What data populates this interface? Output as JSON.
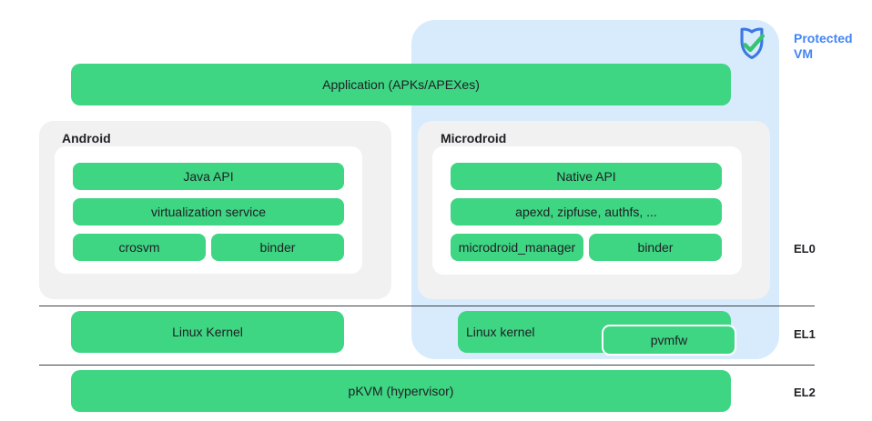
{
  "colors": {
    "bar_green": "#3ed583",
    "protected_bg": "#d8ebfc",
    "box_gray": "#f1f1f2",
    "accent_blue": "#4285f4",
    "shield_blue": "#3b78e5",
    "check_green": "#34c471",
    "text_dark": "#202124",
    "line_dark": "#3f4246"
  },
  "badge": {
    "label": "Protected\nVM",
    "icon": "shield-check-icon"
  },
  "application": {
    "label": "Application (APKs/APEXes)"
  },
  "android": {
    "title": "Android",
    "java_api": "Java API",
    "virtualization_service": "virtualization service",
    "crosvm": "crosvm",
    "binder": "binder"
  },
  "microdroid": {
    "title": "Microdroid",
    "native_api": "Native API",
    "daemons": "apexd, zipfuse, authfs, ...",
    "manager": "microdroid_manager",
    "binder": "binder"
  },
  "el1": {
    "linux_kernel_host": "Linux Kernel",
    "linux_kernel_guest": "Linux kernel",
    "pvmfw": "pvmfw"
  },
  "el2": {
    "pkvm": "pKVM (hypervisor)"
  },
  "levels": {
    "el0": "EL0",
    "el1": "EL1",
    "el2": "EL2"
  }
}
